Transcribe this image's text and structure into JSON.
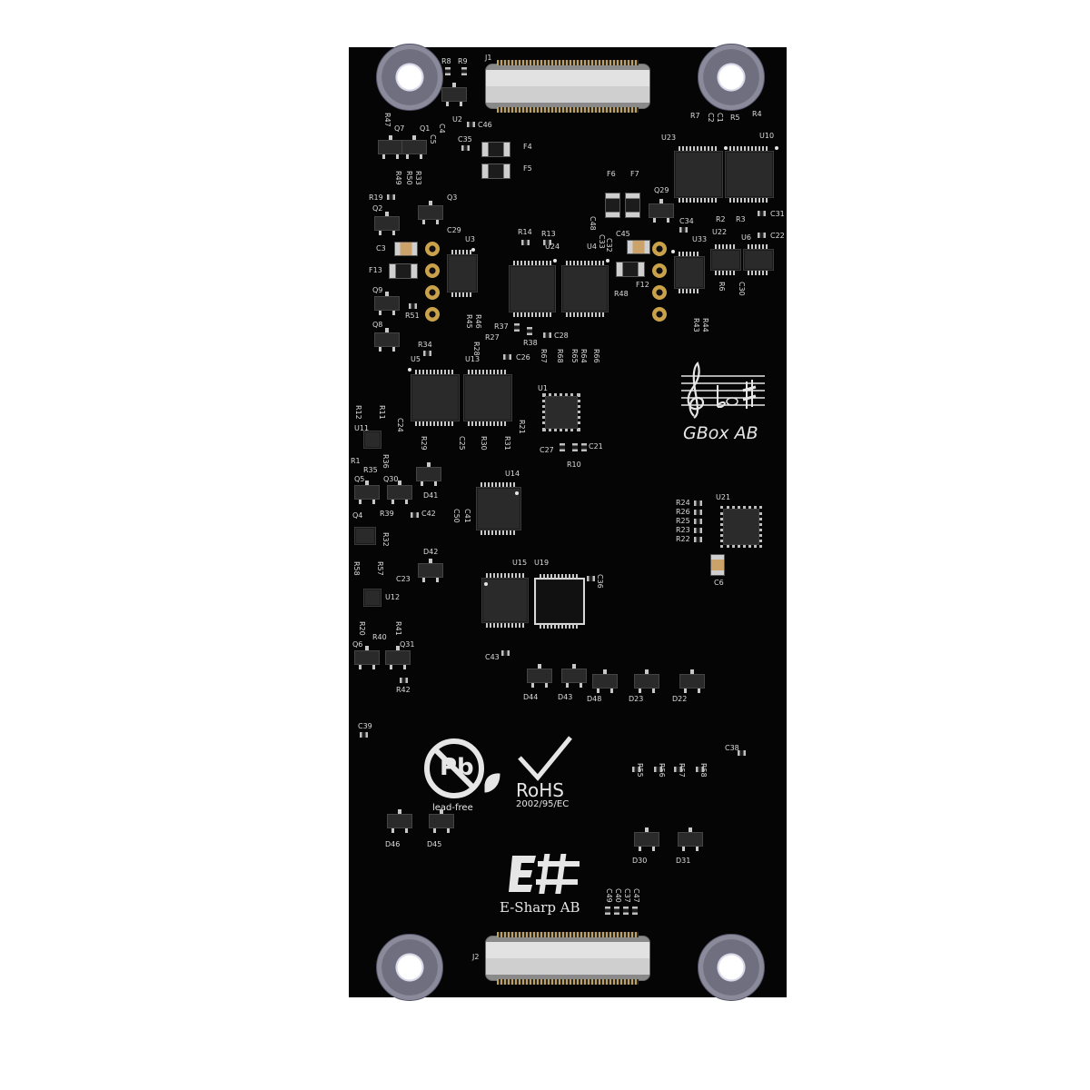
{
  "board": {
    "company": "GBox AB",
    "maker": "E-Sharp AB",
    "rohs": {
      "title": "RoHS",
      "directive": "2002/95/EC"
    },
    "leadfree": {
      "symbol": "Pb",
      "text": "lead-free"
    },
    "connectors": {
      "top": "J1",
      "bottom": "J2"
    }
  },
  "refdes": {
    "R8": "R8",
    "R9": "R9",
    "U2": "U2",
    "C46": "C46",
    "C35": "C35",
    "R47": "R47",
    "Q7": "Q7",
    "Q1": "Q1",
    "C4": "C4",
    "C5": "C5",
    "F4": "F4",
    "F5": "F5",
    "R33": "R33",
    "R50": "R50",
    "R49": "R49",
    "R19": "R19",
    "Q3": "Q3",
    "Q2": "Q2",
    "C29": "C29",
    "C3": "C3",
    "U3": "U3",
    "F13": "F13",
    "Q9": "Q9",
    "R51": "R51",
    "Q8": "Q8",
    "R34": "R34",
    "U5": "U5",
    "U13": "U13",
    "R46": "R46",
    "R45": "R45",
    "R37": "R37",
    "R28": "R28",
    "R27": "R27",
    "R38": "R38",
    "C28": "C28",
    "C26": "C26",
    "R14": "R14",
    "R13": "R13",
    "U24": "U24",
    "U4": "U4",
    "F6": "F6",
    "F7": "F7",
    "Q29": "Q29",
    "C48": "C48",
    "C45": "C45",
    "C32": "C32",
    "C33": "C33",
    "C34": "C34",
    "R48": "R48",
    "F12": "F12",
    "U33": "U33",
    "R43": "R43",
    "R44": "R44",
    "U23": "U23",
    "R7": "R7",
    "C1": "C1",
    "C2": "C2",
    "R5": "R5",
    "R4": "R4",
    "U10": "U10",
    "R2": "R2",
    "R3": "R3",
    "C31": "C31",
    "U22": "U22",
    "U6": "U6",
    "C22": "C22",
    "R6": "R6",
    "C30": "C30",
    "R67": "R67",
    "R68": "R68",
    "R64": "R64",
    "R65": "R65",
    "R66": "R66",
    "U1": "U1",
    "R21": "R21",
    "C27": "C27",
    "C21": "C21",
    "R10": "R10",
    "R12": "R12",
    "R11": "R11",
    "C24": "C24",
    "U11": "U11",
    "R1": "R1",
    "R35": "R35",
    "R36": "R36",
    "R29": "R29",
    "C25": "C25",
    "R30": "R30",
    "R31": "R31",
    "Q5": "Q5",
    "Q30": "Q30",
    "D41": "D41",
    "U14": "U14",
    "R39": "R39",
    "C42": "C42",
    "C50": "C50",
    "C41": "C41",
    "Q4": "Q4",
    "R32": "R32",
    "R24": "R24",
    "R26": "R26",
    "R25": "R25",
    "R23": "R23",
    "R22": "R22",
    "U21": "U21",
    "C6": "C6",
    "D42": "D42",
    "R58": "R58",
    "R57": "R57",
    "C23": "C23",
    "U15": "U15",
    "U19": "U19",
    "C36": "C36",
    "U12": "U12",
    "R20": "R20",
    "R41": "R41",
    "R40": "R40",
    "Q6": "Q6",
    "Q31": "Q31",
    "R42": "R42",
    "C43": "C43",
    "D44": "D44",
    "D43": "D43",
    "D48": "D48",
    "D23": "D23",
    "D22": "D22",
    "C39": "C39",
    "C38": "C38",
    "R55": "R55",
    "R56": "R56",
    "R57b": "R57",
    "R58b": "R58",
    "D46": "D46",
    "D45": "D45",
    "D30": "D30",
    "D31": "D31",
    "C49": "C49",
    "C40": "C40",
    "C37": "C37",
    "C47": "C47"
  },
  "colors": {
    "board": "#050505",
    "silkscreen": "#dcdcdc",
    "pad": "#c8c8c8",
    "gold": "#c9a24a",
    "background": "#ffffff"
  },
  "icons": {
    "logo_top": "treble-clef-music-icon",
    "logo_bottom": "e-sharp-logo-icon",
    "rohs": "check-mark-icon",
    "leadfree": "no-lead-icon"
  }
}
